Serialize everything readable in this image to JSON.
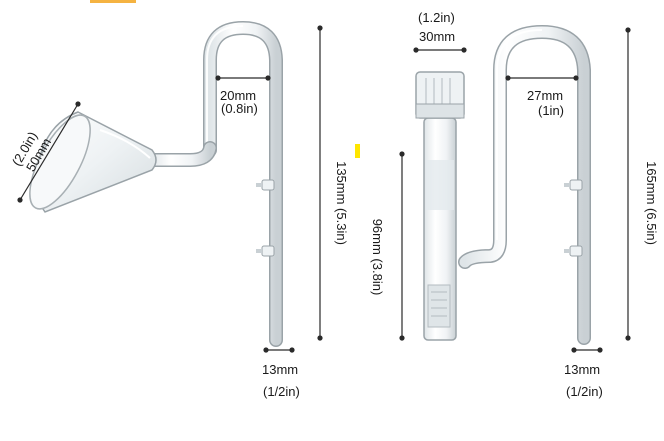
{
  "colors": {
    "glass_fill": "#f3f6f7",
    "glass_edge": "#9aa3a8",
    "glass_highlight": "#ffffff",
    "dimension_line": "#2a2a2a",
    "accent_orange": "#f5b341",
    "accent_yellow": "#ffe600"
  },
  "left_product": {
    "width_label_mm": "20mm",
    "width_label_in": "(0.8in)",
    "height_label": "135mm  (5.3in)",
    "diameter_label_mm": "13mm",
    "diameter_label_in": "(1/2in)",
    "cup_label_in": "(2.0in)",
    "cup_label_mm": "50mm"
  },
  "right_product": {
    "top_label_in": "(1.2in)",
    "top_label_mm": "30mm",
    "width_label_mm": "27mm",
    "width_label_in": "(1in)",
    "height_label": "165mm  (6.5in)",
    "skimmer_height_label": "96mm  (3.8in)",
    "diameter_label_mm": "13mm",
    "diameter_label_in": "(1/2in)"
  }
}
